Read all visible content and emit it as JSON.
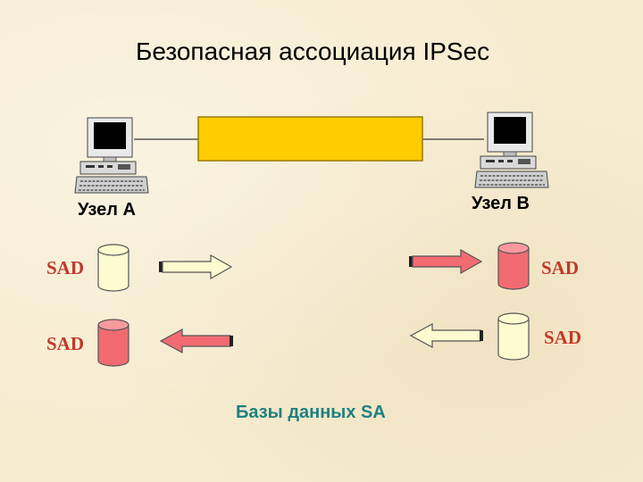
{
  "title": "Безопасная ассоциация IPSec",
  "node_a": {
    "label": "Узел А"
  },
  "node_b": {
    "label": "Узел В"
  },
  "databases": {
    "node_a_out": {
      "label": "SAD",
      "color": "#fffbd0"
    },
    "node_a_in": {
      "label": "SAD",
      "color": "#f26b72"
    },
    "node_b_in": {
      "label": "SAD",
      "color": "#f26b72"
    },
    "node_b_out": {
      "label": "SAD",
      "color": "#fffbd0"
    }
  },
  "tunnel_color": "#ffcc00",
  "caption": "Базы данных SA",
  "colors": {
    "sad_text": "#c0392b",
    "caption": "#1f8080",
    "arrow_light": "#fffbd0",
    "arrow_red": "#f26b72"
  }
}
